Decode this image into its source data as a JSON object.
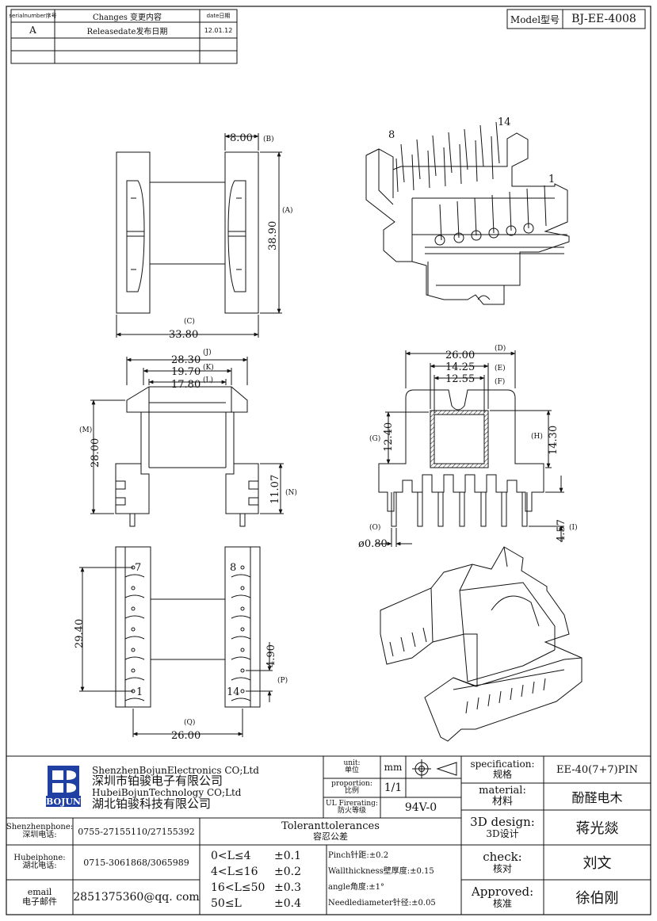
{
  "revision_table": {
    "headers": {
      "serial": "serialnumber序号",
      "changes": "Changes 变更内容",
      "date": "date日期"
    },
    "rows": [
      {
        "serial": "A",
        "changes": "Releasedate发布日期",
        "date": "12.01.12"
      },
      {
        "serial": "",
        "changes": "",
        "date": ""
      },
      {
        "serial": "",
        "changes": "",
        "date": ""
      }
    ]
  },
  "model": {
    "label": "Model型号",
    "value": "BJ-EE-4008"
  },
  "dims": {
    "top_width": "8.00",
    "top_width_tag": "(B)",
    "top_height": "38.90",
    "top_height_tag": "(A)",
    "top_span": "33.80",
    "top_span_tag": "(C)",
    "j": "28.30",
    "j_tag": "(J)",
    "k": "19.70",
    "k_tag": "(K)",
    "l": "17.80",
    "l_tag": "(L)",
    "m": "28.00",
    "m_tag": "(M)",
    "n": "11.07",
    "n_tag": "(N)",
    "d": "26.00",
    "d_tag": "(D)",
    "e": "14.25",
    "e_tag": "(E)",
    "f": "12.55",
    "f_tag": "(F)",
    "g": "12.40",
    "g_tag": "(G)",
    "h": "14.30",
    "h_tag": "(H)",
    "i": "4.57",
    "i_tag": "(I)",
    "o": "ø0.80",
    "o_tag": "(O)",
    "pitch_total": "29.40",
    "p": "4.90",
    "p_tag": "(P)",
    "q": "26.00",
    "q_tag": "(Q)"
  },
  "pins": {
    "p8": "8",
    "p14": "14",
    "p1": "1",
    "p7": "7"
  },
  "company": {
    "logo_text": "BOJUN",
    "name1_en": "ShenzhenBojunElectronics CO;Ltd",
    "name1_cn": "深圳市铂骏电子有限公司",
    "name2_en": "HubeiBojunTechnology CO;Ltd",
    "name2_cn": "湖北铂骏科技有限公司"
  },
  "unit": {
    "label_en": "unit:",
    "label_cn": "单位",
    "value": "mm"
  },
  "proportion": {
    "label_en": "proportion:",
    "label_cn": "比例",
    "value": "1/1"
  },
  "ul": {
    "label_en": "UL Firerating:",
    "label_cn": "防火等级",
    "value": "94V-0"
  },
  "specification": {
    "label_en": "specification:",
    "label_cn": "规格",
    "value": "EE-40(7+7)PIN"
  },
  "material": {
    "label_en": "material:",
    "label_cn": "材料",
    "value": "酚醛电木"
  },
  "design": {
    "label_en": "3D design:",
    "label_cn": "3D设计",
    "value": "蒋光燚"
  },
  "check": {
    "label_en": "check:",
    "label_cn": "核对",
    "value": "刘文"
  },
  "approved": {
    "label_en": "Approved:",
    "label_cn": "核准",
    "value": "徐伯刚"
  },
  "contacts": {
    "shenzhen": {
      "label_en": "Shenzhenphone:",
      "label_cn": "深圳电话:",
      "value": "0755-27155110/27155392"
    },
    "hubei": {
      "label_en": "Hubeiphone:",
      "label_cn": "湖北电话:",
      "value": "0715-3061868/3065989"
    },
    "email": {
      "label_en": "email",
      "label_cn": "电子邮件",
      "value": "2851375360@qq. com"
    }
  },
  "tolerances": {
    "title_en": "Toleranttolerances",
    "title_cn": "容忍公差",
    "rows": [
      {
        "range": "0<L≤4",
        "tol": "±0.1"
      },
      {
        "range": "4<L≤16",
        "tol": "±0.2"
      },
      {
        "range": "16<L≤50",
        "tol": "±0.3"
      },
      {
        "range": "50≤L",
        "tol": "±0.4"
      }
    ],
    "notes": [
      "Pinch针距:±0.2",
      "Wallthickness壁厚度:±0.15",
      "angle角度:±1°",
      "Needlediameter针径:±0.05"
    ]
  }
}
